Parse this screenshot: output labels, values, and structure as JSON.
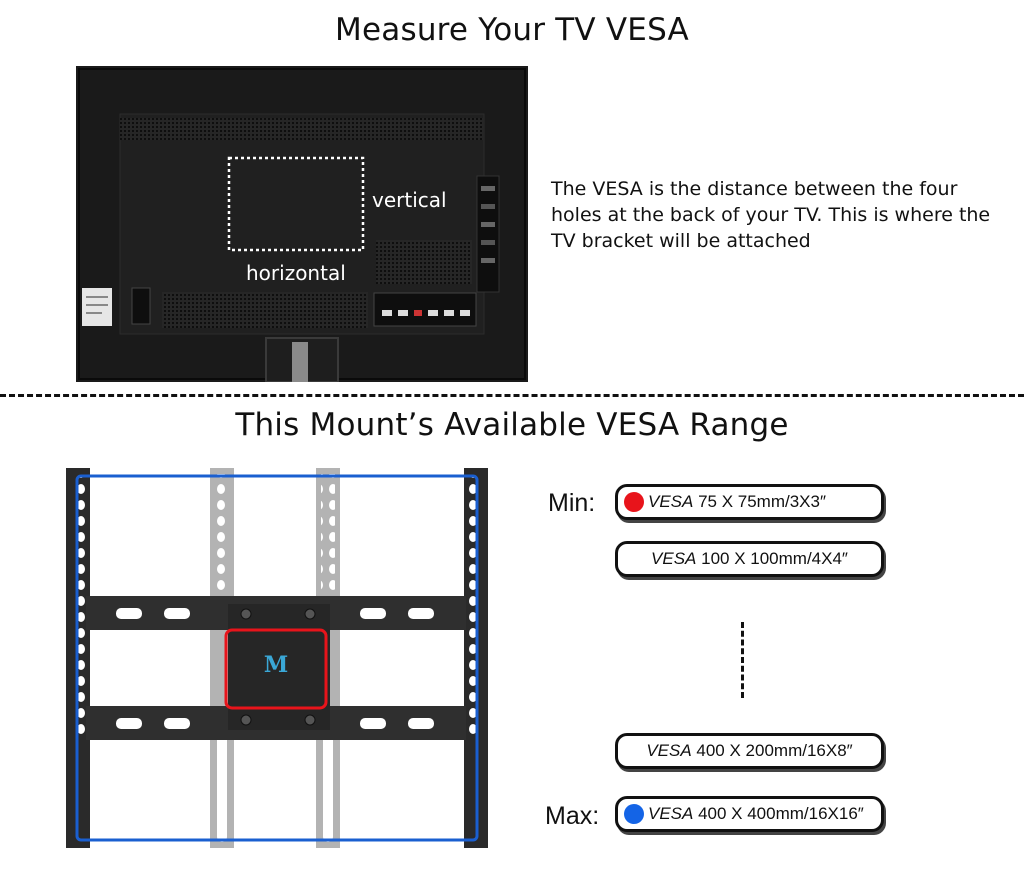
{
  "top_title": "Measure Your TV VESA",
  "tv_labels": {
    "vertical": "vertical",
    "horizontal": "horizontal"
  },
  "description": "The VESA is the distance between the four holes at the back of your TV. This is where the TV bracket will be attached",
  "bottom_title": "This Mount’s Available VESA Range",
  "range": {
    "min_label": "Min:",
    "max_label": "Max:",
    "vesa_word": "VESA",
    "items": [
      {
        "size": " 75 X 75mm/3X3″",
        "dot_color": "#e8141b"
      },
      {
        "size": " 100 X 100mm/4X4″"
      },
      {
        "size": " 400 X 200mm/16X8″"
      },
      {
        "size": " 400 X 400mm/16X16″",
        "dot_color": "#1464e6"
      }
    ]
  },
  "colors": {
    "min_outline": "#e8141b",
    "max_outline": "#1a5fd0",
    "tv_body": "#1c1c1c"
  },
  "icons": [
    "tv-back-illustration",
    "bracket-illustration",
    "brand-logo-icon"
  ]
}
